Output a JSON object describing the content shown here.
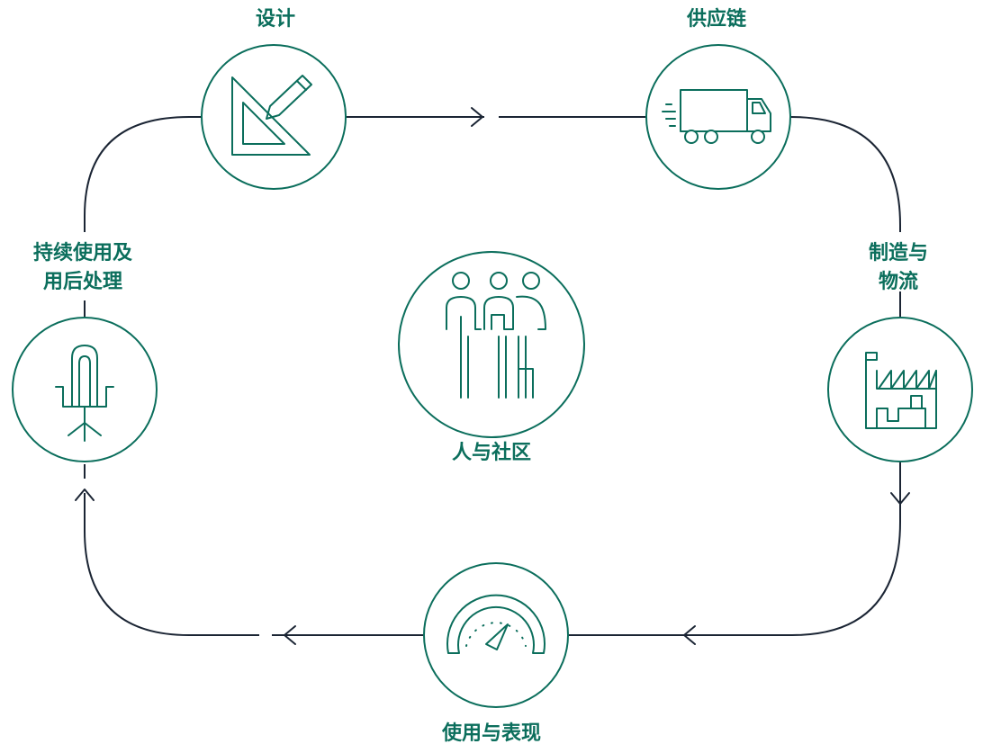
{
  "diagram": {
    "colors": {
      "icon": "#0b6e5c",
      "path": "#1b2534",
      "background": "#ffffff"
    },
    "stages": [
      {
        "id": "design",
        "label": "设计",
        "icon": "set-square-pencil-icon"
      },
      {
        "id": "supply",
        "label": "供应链",
        "icon": "delivery-truck-icon"
      },
      {
        "id": "manufacturing",
        "label_lines": [
          "制造与",
          "物流"
        ],
        "icon": "factory-icon"
      },
      {
        "id": "use",
        "label": "使用与表现",
        "icon": "gauge-icon"
      },
      {
        "id": "end_of_life",
        "label_lines": [
          "持续使用及",
          "用后处理"
        ],
        "icon": "office-chair-icon"
      }
    ],
    "center": {
      "label": "人与社区",
      "icon": "people-group-icon"
    }
  }
}
